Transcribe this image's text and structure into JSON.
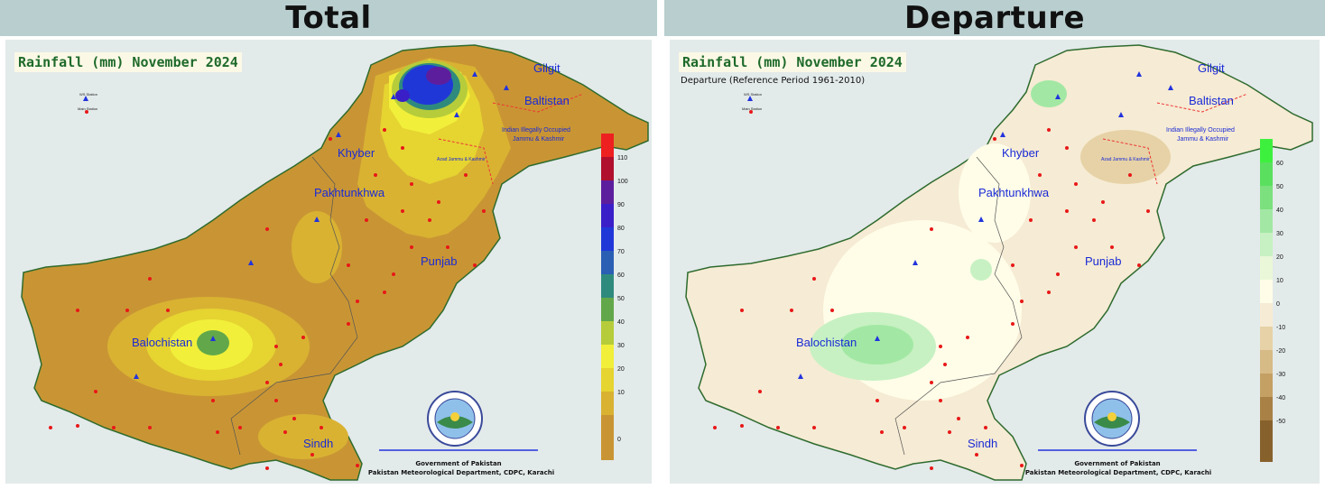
{
  "left": {
    "banner": "Total",
    "map_title": "Rainfall (mm) November 2024",
    "legend_labels": [
      "110",
      "100",
      "90",
      "80",
      "70",
      "60",
      "50",
      "40",
      "30",
      "20",
      "10",
      "0"
    ],
    "legend_colors": [
      "#ee2020",
      "#b0102d",
      "#5d1e9e",
      "#3a1fc8",
      "#2037d8",
      "#2a5fb4",
      "#2f8a7e",
      "#62a84a",
      "#b6cc3a",
      "#f1ef3a",
      "#e6d431",
      "#d9b232",
      "#c99534"
    ],
    "fill_colors": {
      "base": "#c99534",
      "mid": "#d9b232",
      "high": "#e6d431"
    }
  },
  "right": {
    "banner": "Departure",
    "map_title": "Rainfall (mm) November 2024",
    "subtitle": "Departure (Reference Period 1961-2010)",
    "legend_labels": [
      "60",
      "50",
      "40",
      "30",
      "20",
      "10",
      "0",
      "-10",
      "-20",
      "-30",
      "-40",
      "-50"
    ],
    "legend_colors": [
      "#3ef03e",
      "#5ae05e",
      "#7be07d",
      "#a2e8a4",
      "#c7f1c2",
      "#eaf7d8",
      "#fffde8",
      "#f6ebd4",
      "#e6d2a6",
      "#d7bb86",
      "#c4a064",
      "#a98045",
      "#87612c"
    ],
    "fill_colors": {
      "base": "#f6ebd4",
      "light": "#fffde8",
      "green": "#a2e8a4"
    }
  },
  "regions": {
    "gilgit": "Gilgit",
    "baltistan": "Baltistan",
    "ioj_line1": "Indian Illegally Occupied",
    "ioj_line2": "Jammu & Kashmir",
    "ajk": "Azad Jammu & Kashmir",
    "khyber": "Khyber",
    "pakhtunkhwa": "Pakhtunkhwa",
    "punjab": "Punjab",
    "balochistan": "Balochistan",
    "sindh": "Sindh"
  },
  "inset_legend": {
    "aws": "WS Station",
    "main": "Main Station"
  },
  "footer": {
    "line1": "Government of Pakistan",
    "line2": "Pakistan Meteorological Department, CDPC, Karachi"
  },
  "colors": {
    "station_dot": "#e81818",
    "station_tri": "#2233dd",
    "border": "#2e6b2e"
  }
}
